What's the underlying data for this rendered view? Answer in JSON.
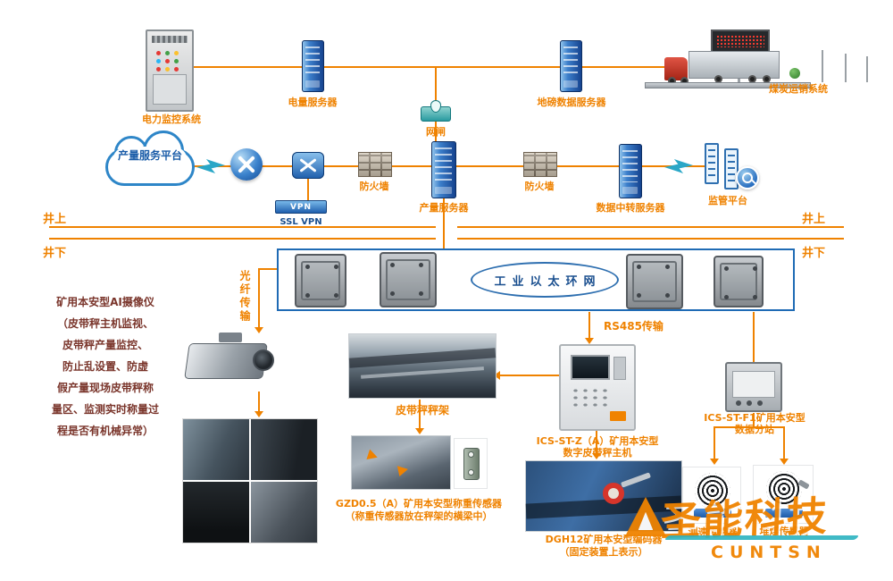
{
  "colors": {
    "accent_orange": "#ef8200",
    "diagram_blue": "#1f6bb5"
  },
  "zones": {
    "surface_left": "井上",
    "surface_right": "井上",
    "underground_left": "井下",
    "underground_right": "井下"
  },
  "surface": {
    "power_monitor": "电力监控系统",
    "power_server": "电量服务器",
    "gateway": "网闸",
    "weighbridge_server": "地磅数据服务器",
    "coal_sales": "煤炭运销系统",
    "cloud_platform": "产量服务平台",
    "firewall_left": "防火墙",
    "production_server": "产量服务器",
    "firewall_right": "防火墙",
    "relay_server": "数据中转服务器",
    "supervision_platform": "监管平台",
    "vpn_badge": "VPN",
    "ssl_vpn": "SSL VPN"
  },
  "underground": {
    "ring_network": "工业以太环网",
    "fiber_link": "光纤传输",
    "rs485_link": "RS485传输",
    "camera_note_title": "矿用本安型AI摄像仪",
    "camera_note_lines": [
      "（皮带秤主机监视、",
      "皮带秤产量监控、",
      "防止乱设置、防虚",
      "假产量现场皮带秤称",
      "量区、监测实时称量过",
      "程是否有机械异常）"
    ],
    "belt_frame": "皮带秤秤架",
    "host_line1": "ICS-ST-Z（A）矿用本安型",
    "host_line2": "数字皮带秤主机",
    "substation_line1": "ICS-ST-F1矿用本安型",
    "substation_line2": "数据分站",
    "loadcell_line1": "GZD0.5（A）矿用本安型称重传感器",
    "loadcell_line2": "（称重传感器放在秤架的横梁中）",
    "encoder_line1": "DGH12矿用本安型编码器",
    "encoder_line2": "（固定装置上表示）",
    "speed_sensor": "测速传感器",
    "coal_pile_sensor": "堆煤传感器"
  },
  "watermark": {
    "brand_cn": "圣能科技",
    "brand_en": "CUNTSN"
  }
}
